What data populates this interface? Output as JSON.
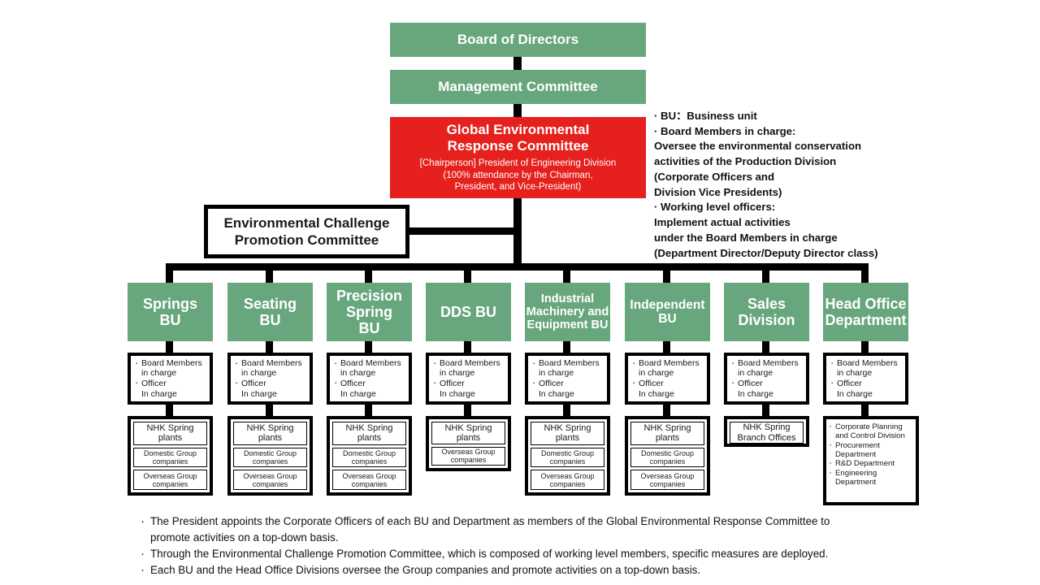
{
  "colors": {
    "green": "#68a77d",
    "red": "#e5201d",
    "line": "#000000",
    "text_light": "#ffffff",
    "text_dark": "#111111"
  },
  "top_nodes": {
    "board_of_directors": "Board of Directors",
    "management_committee": "Management Committee"
  },
  "committee": {
    "title": "Global Environmental\nResponse Committee",
    "subtitle": "[Chairperson] President of Engineering Division\n(100% attendance by the Chairman,\nPresident, and Vice-President)"
  },
  "promotion_committee": {
    "title": "Environmental Challenge\nPromotion Committee"
  },
  "legend": {
    "lines": "· BU：Business unit\n· Board Members in charge:\n   Oversee the environmental conservation\n   activities of the Production Division\n   (Corporate Officers and\n   Division Vice Presidents)\n· Working level officers:\n   Implement actual activities\n   under the Board Members in charge\n   (Department Director/Deputy Director class)"
  },
  "common_labels": {
    "board_members_in_charge": "Board Members\nin charge",
    "officer_in_charge": "Officer\nIn charge",
    "nhk_spring_plants": "NHK Spring plants",
    "domestic_group_companies": "Domestic Group companies",
    "overseas_group_companies": "Overseas Group companies",
    "nhk_spring_branch_offices": "NHK Spring\nBranch Offices"
  },
  "units": [
    {
      "id": "springs-bu",
      "title": "Springs\nBU",
      "members": [
        "Board Members\nin charge",
        "Officer\nIn charge"
      ],
      "entities": [
        "NHK Spring plants",
        "Domestic Group companies",
        "Overseas Group companies"
      ]
    },
    {
      "id": "seating-bu",
      "title": "Seating\nBU",
      "members": [
        "Board Members\nin charge",
        "Officer\nIn charge"
      ],
      "entities": [
        "NHK Spring plants",
        "Domestic Group companies",
        "Overseas Group companies"
      ]
    },
    {
      "id": "precision-spring-bu",
      "title": "Precision\nSpring\nBU",
      "members": [
        "Board Members\nin charge",
        "Officer\nIn charge"
      ],
      "entities": [
        "NHK Spring plants",
        "Domestic Group companies",
        "Overseas Group companies"
      ]
    },
    {
      "id": "dds-bu",
      "title": "DDS BU",
      "members": [
        "Board Members\nin charge",
        "Officer\nIn charge"
      ],
      "entities": [
        "NHK Spring plants",
        "Overseas Group companies"
      ]
    },
    {
      "id": "industrial-machinery-and-equipment-bu",
      "title": "Industrial\nMachinery and\nEquipment BU",
      "members": [
        "Board Members\nin charge",
        "Officer\nIn charge"
      ],
      "entities": [
        "NHK Spring plants",
        "Domestic Group companies",
        "Overseas Group companies"
      ]
    },
    {
      "id": "independent-bu",
      "title": "Independent\nBU",
      "members": [
        "Board Members\nin charge",
        "Officer\nIn charge"
      ],
      "entities": [
        "NHK Spring plants",
        "Domestic Group companies",
        "Overseas Group companies"
      ]
    },
    {
      "id": "sales-division",
      "title": "Sales\nDivision",
      "members": [
        "Board Members\nin charge",
        "Officer\nIn charge"
      ],
      "entities": [
        "NHK Spring\nBranch Offices"
      ]
    },
    {
      "id": "head-office-department",
      "title": "Head Office\nDepartment",
      "members": [
        "Board Members\nin charge",
        "Officer\nIn charge"
      ],
      "departments": [
        "Corporate Planning\nand Control Division",
        "Procurement\nDepartment",
        "R&D Department",
        "Engineering\nDepartment"
      ]
    }
  ],
  "footnotes": [
    "The President appoints the Corporate Officers of each BU and Department as members of the Global Environmental Response Committee to\npromote activities on a top-down basis.",
    "Through the Environmental Challenge Promotion Committee, which is composed of working level members, specific measures are deployed.",
    "Each BU and the Head Office Divisions oversee the Group companies and promote activities on a top-down basis."
  ]
}
